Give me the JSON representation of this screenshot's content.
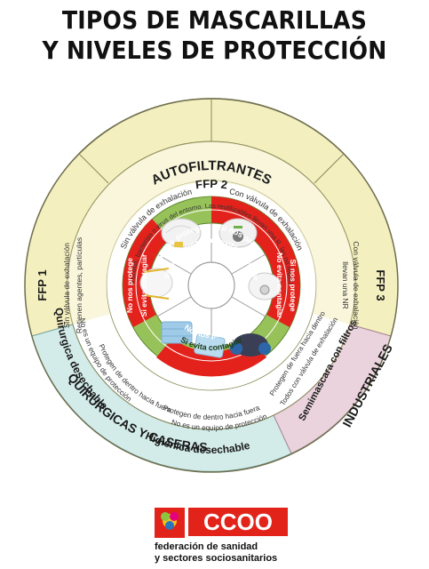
{
  "title": {
    "line1": "TIPOS DE MASCARILLAS",
    "line2": "Y NIVELES DE PROTECCIÓN"
  },
  "categories": {
    "autofiltrantes": "AUTOFILTRANTES",
    "ffp2": "FFP 2",
    "ffp1": "FFP 1",
    "ffp3": "FFP 3",
    "quirurgicas_caseras": "QUIRURGICAS Y CASERAS",
    "quirurgica_desechable": "Quirurgica desechable",
    "higienica_desechable": "Higiénica desechable",
    "industriales": "INDUSTRIALES",
    "semimascara": "Semimascara con filtros"
  },
  "descriptions": {
    "sin_valvula": "Sin válvula de exhalación",
    "con_valvula": "Con válvula de exhalación",
    "retienen": "Retienen agentes, partículas, bacterias o virus del entorno. Las reutilizables llevan una R, las no reutilizables llevan una NR",
    "ffp1_sin_valvula": "Sin válvula de exhalación",
    "ffp1_retienen": "Retienen agentes, partículas",
    "ffp3_con_valvula": "Con válvula de exhalación",
    "ffp3_nr": "llevan una NR",
    "quir_no_epi": "No es un equipo de protección",
    "quir_protegen": "Protegen de dentro hacia fuera",
    "hig_protegen": "Protegen de dentro hacia fuera",
    "hig_no_epi": "No es un equipo de protección",
    "semi_protegen": "Protegen de fuera hacia dentro",
    "semi_todos": "Todos con válvula de exhalación"
  },
  "protection": {
    "si_nos_protege": "Si nos protege",
    "no_nos_protege": "No nos protege",
    "si_evita": "Si evita contagiar",
    "no_evita": "No evita contagiar"
  },
  "org": {
    "logo_text": "CCOO",
    "line1": "federación de sanidad",
    "line2": "y sectores sociosanitarios"
  },
  "colors": {
    "outer_yellow": "#f4efbf",
    "outer_cyan": "#d3ecea",
    "outer_pink": "#ead3dc",
    "ring_green": "#97c25a",
    "ring_red": "#e3221c",
    "photo_bg": "#ffffff",
    "logo_red": "#e2231a"
  },
  "icons": {
    "ffp2_no_valve": "ffp2-mask-icon",
    "ffp2_valve": "ffp2-valve-mask-icon",
    "ffp3": "ffp3-valve-mask-icon",
    "semimascara": "half-face-respirator-icon",
    "hygienic": "hygienic-mask-icon",
    "surgical": "surgical-mask-icon",
    "ffp1": "ffp1-mask-icon"
  }
}
